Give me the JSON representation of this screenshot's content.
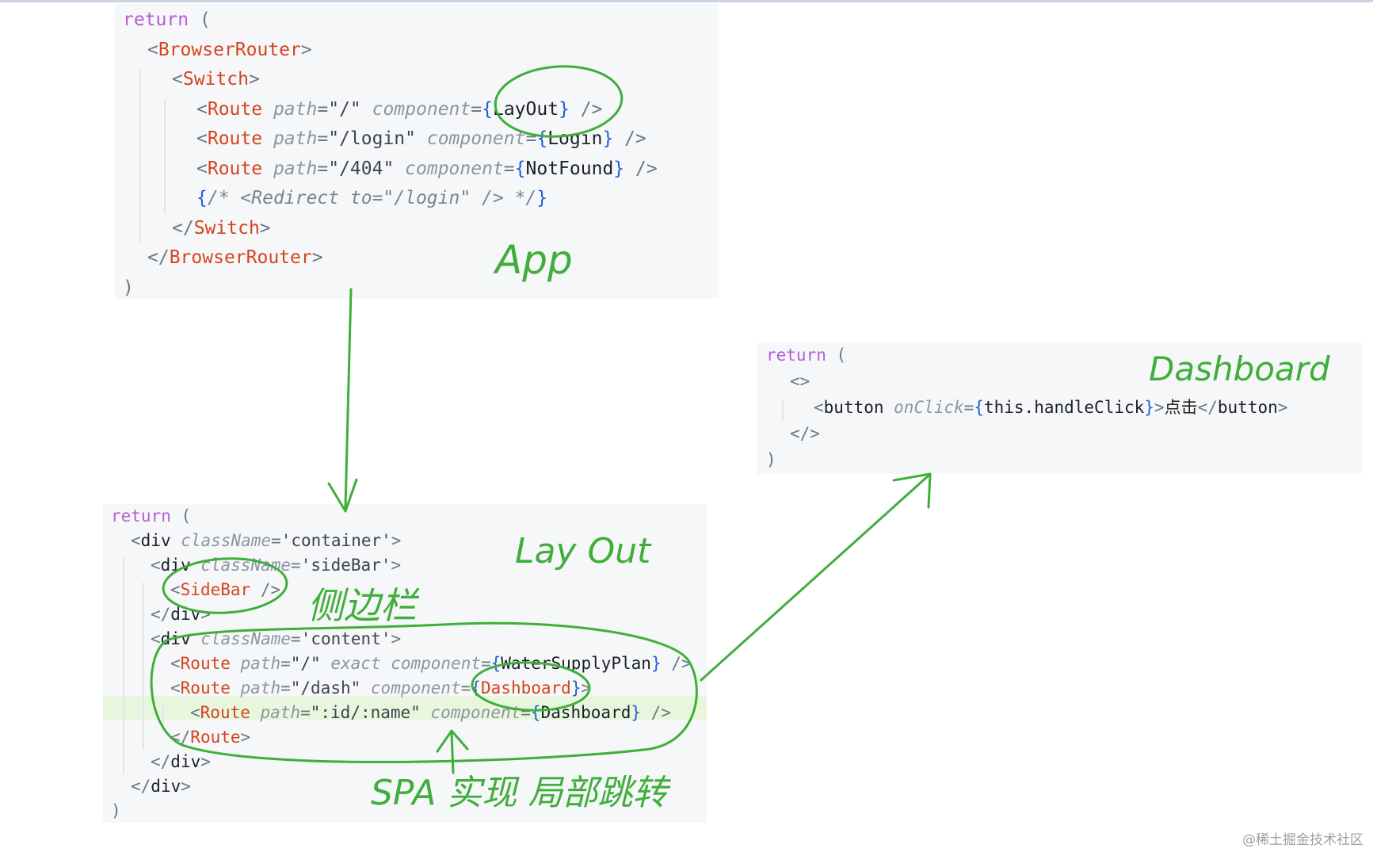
{
  "panels": {
    "app": {
      "lines": [
        [
          {
            "t": "return",
            "c": "kw"
          },
          {
            "t": " (",
            "c": "punc"
          }
        ],
        [
          {
            "t": "<",
            "c": "punc"
          },
          {
            "t": "BrowserRouter",
            "c": "tag"
          },
          {
            "t": ">",
            "c": "punc"
          }
        ],
        [
          {
            "t": "<",
            "c": "punc"
          },
          {
            "t": "Switch",
            "c": "tag"
          },
          {
            "t": ">",
            "c": "punc"
          }
        ],
        [
          {
            "t": "<",
            "c": "punc"
          },
          {
            "t": "Route",
            "c": "tag"
          },
          {
            "t": " path",
            "c": "attr"
          },
          {
            "t": "=",
            "c": "punc"
          },
          {
            "t": "\"/\"",
            "c": "str"
          },
          {
            "t": " component",
            "c": "attr"
          },
          {
            "t": "=",
            "c": "punc"
          },
          {
            "t": "{",
            "c": "brace"
          },
          {
            "t": "LayOut",
            "c": "id"
          },
          {
            "t": "}",
            "c": "brace"
          },
          {
            "t": " />",
            "c": "punc"
          }
        ],
        [
          {
            "t": "<",
            "c": "punc"
          },
          {
            "t": "Route",
            "c": "tag"
          },
          {
            "t": " path",
            "c": "attr"
          },
          {
            "t": "=",
            "c": "punc"
          },
          {
            "t": "\"/login\"",
            "c": "str"
          },
          {
            "t": " component",
            "c": "attr"
          },
          {
            "t": "=",
            "c": "punc"
          },
          {
            "t": "{",
            "c": "brace"
          },
          {
            "t": "Login",
            "c": "id"
          },
          {
            "t": "}",
            "c": "brace"
          },
          {
            "t": " />",
            "c": "punc"
          }
        ],
        [
          {
            "t": "<",
            "c": "punc"
          },
          {
            "t": "Route",
            "c": "tag"
          },
          {
            "t": " path",
            "c": "attr"
          },
          {
            "t": "=",
            "c": "punc"
          },
          {
            "t": "\"/404\"",
            "c": "str"
          },
          {
            "t": " component",
            "c": "attr"
          },
          {
            "t": "=",
            "c": "punc"
          },
          {
            "t": "{",
            "c": "brace"
          },
          {
            "t": "NotFound",
            "c": "id"
          },
          {
            "t": "}",
            "c": "brace"
          },
          {
            "t": " />",
            "c": "punc"
          }
        ],
        [
          {
            "t": "{",
            "c": "brace"
          },
          {
            "t": "/* <Redirect to=\"/login\" /> */",
            "c": "comment"
          },
          {
            "t": "}",
            "c": "brace"
          }
        ],
        [
          {
            "t": "</",
            "c": "punc"
          },
          {
            "t": "Switch",
            "c": "tag"
          },
          {
            "t": ">",
            "c": "punc"
          }
        ],
        [
          {
            "t": "</",
            "c": "punc"
          },
          {
            "t": "BrowserRouter",
            "c": "tag"
          },
          {
            "t": ">",
            "c": "punc"
          }
        ],
        [
          {
            "t": ")",
            "c": "punc"
          }
        ]
      ]
    },
    "layout": {
      "lines": [
        [
          {
            "t": "return",
            "c": "kw"
          },
          {
            "t": " (",
            "c": "punc"
          }
        ],
        [
          {
            "t": "<",
            "c": "punc"
          },
          {
            "t": "div",
            "c": "id"
          },
          {
            "t": " className",
            "c": "attr"
          },
          {
            "t": "=",
            "c": "punc"
          },
          {
            "t": "'container'",
            "c": "str"
          },
          {
            "t": ">",
            "c": "punc"
          }
        ],
        [
          {
            "t": "<",
            "c": "punc"
          },
          {
            "t": "div",
            "c": "id"
          },
          {
            "t": " className",
            "c": "attr"
          },
          {
            "t": "=",
            "c": "punc"
          },
          {
            "t": "'sideBar'",
            "c": "str"
          },
          {
            "t": ">",
            "c": "punc"
          }
        ],
        [
          {
            "t": "<",
            "c": "punc"
          },
          {
            "t": "SideBar",
            "c": "tag"
          },
          {
            "t": " />",
            "c": "punc"
          }
        ],
        [
          {
            "t": "</",
            "c": "punc"
          },
          {
            "t": "div",
            "c": "id"
          },
          {
            "t": ">",
            "c": "punc"
          }
        ],
        [
          {
            "t": "<",
            "c": "punc"
          },
          {
            "t": "div",
            "c": "id"
          },
          {
            "t": " className",
            "c": "attr"
          },
          {
            "t": "=",
            "c": "punc"
          },
          {
            "t": "'content'",
            "c": "str"
          },
          {
            "t": ">",
            "c": "punc"
          }
        ],
        [
          {
            "t": "<",
            "c": "punc"
          },
          {
            "t": "Route",
            "c": "tag"
          },
          {
            "t": " path",
            "c": "attr"
          },
          {
            "t": "=",
            "c": "punc"
          },
          {
            "t": "\"/\"",
            "c": "str"
          },
          {
            "t": " exact",
            "c": "attr"
          },
          {
            "t": " component",
            "c": "attr"
          },
          {
            "t": "=",
            "c": "punc"
          },
          {
            "t": "{",
            "c": "brace"
          },
          {
            "t": "WaterSupplyPlan",
            "c": "id"
          },
          {
            "t": "}",
            "c": "brace"
          },
          {
            "t": " />",
            "c": "punc"
          }
        ],
        [
          {
            "t": "<",
            "c": "punc"
          },
          {
            "t": "Route",
            "c": "tag"
          },
          {
            "t": " path",
            "c": "attr"
          },
          {
            "t": "=",
            "c": "punc"
          },
          {
            "t": "\"/dash\"",
            "c": "str"
          },
          {
            "t": " component",
            "c": "attr"
          },
          {
            "t": "=",
            "c": "punc"
          },
          {
            "t": "{",
            "c": "brace"
          },
          {
            "t": "Dashboard",
            "c": "tag"
          },
          {
            "t": "}",
            "c": "brace"
          },
          {
            "t": ">",
            "c": "punc"
          }
        ],
        [
          {
            "t": "<",
            "c": "punc"
          },
          {
            "t": "Route",
            "c": "tag"
          },
          {
            "t": " path",
            "c": "attr"
          },
          {
            "t": "=",
            "c": "punc"
          },
          {
            "t": "\":id/:name\"",
            "c": "str"
          },
          {
            "t": " component",
            "c": "attr"
          },
          {
            "t": "=",
            "c": "punc"
          },
          {
            "t": "{",
            "c": "brace"
          },
          {
            "t": "Dashboard",
            "c": "id"
          },
          {
            "t": "}",
            "c": "brace"
          },
          {
            "t": " />",
            "c": "punc"
          }
        ],
        [
          {
            "t": "</",
            "c": "punc"
          },
          {
            "t": "Route",
            "c": "tag"
          },
          {
            "t": ">",
            "c": "punc"
          }
        ],
        [
          {
            "t": "</",
            "c": "punc"
          },
          {
            "t": "div",
            "c": "id"
          },
          {
            "t": ">",
            "c": "punc"
          }
        ],
        [
          {
            "t": "</",
            "c": "punc"
          },
          {
            "t": "div",
            "c": "id"
          },
          {
            "t": ">",
            "c": "punc"
          }
        ],
        [
          {
            "t": ")",
            "c": "punc"
          }
        ]
      ]
    },
    "dashboard": {
      "lines": [
        [
          {
            "t": "return",
            "c": "kw"
          },
          {
            "t": " (",
            "c": "punc"
          }
        ],
        [
          {
            "t": "<>",
            "c": "punc"
          }
        ],
        [
          {
            "t": "<",
            "c": "punc"
          },
          {
            "t": "button",
            "c": "id"
          },
          {
            "t": " onClick",
            "c": "attr"
          },
          {
            "t": "=",
            "c": "punc"
          },
          {
            "t": "{",
            "c": "brace"
          },
          {
            "t": "this.",
            "c": "id"
          },
          {
            "t": "handleClick",
            "c": "id"
          },
          {
            "t": "}",
            "c": "brace"
          },
          {
            "t": ">",
            "c": "punc"
          },
          {
            "t": "点击",
            "c": "text"
          },
          {
            "t": "</",
            "c": "punc"
          },
          {
            "t": "button",
            "c": "id"
          },
          {
            "t": ">",
            "c": "punc"
          }
        ],
        [
          {
            "t": "</>",
            "c": "punc"
          }
        ],
        [
          {
            "t": ")",
            "c": "punc"
          }
        ]
      ]
    }
  },
  "annotations": {
    "app_label": "App",
    "layout_label": "Lay Out",
    "dashboard_label": "Dashboard",
    "sidebar_label": "侧边栏",
    "spa_label": "SPA 实现 局部跳转"
  },
  "colors": {
    "annotation": "#3fae3a",
    "keyword": "#b55fd1",
    "tag": "#d6431f",
    "brace": "#1f5fd6"
  },
  "watermark": "@稀土掘金技术社区"
}
